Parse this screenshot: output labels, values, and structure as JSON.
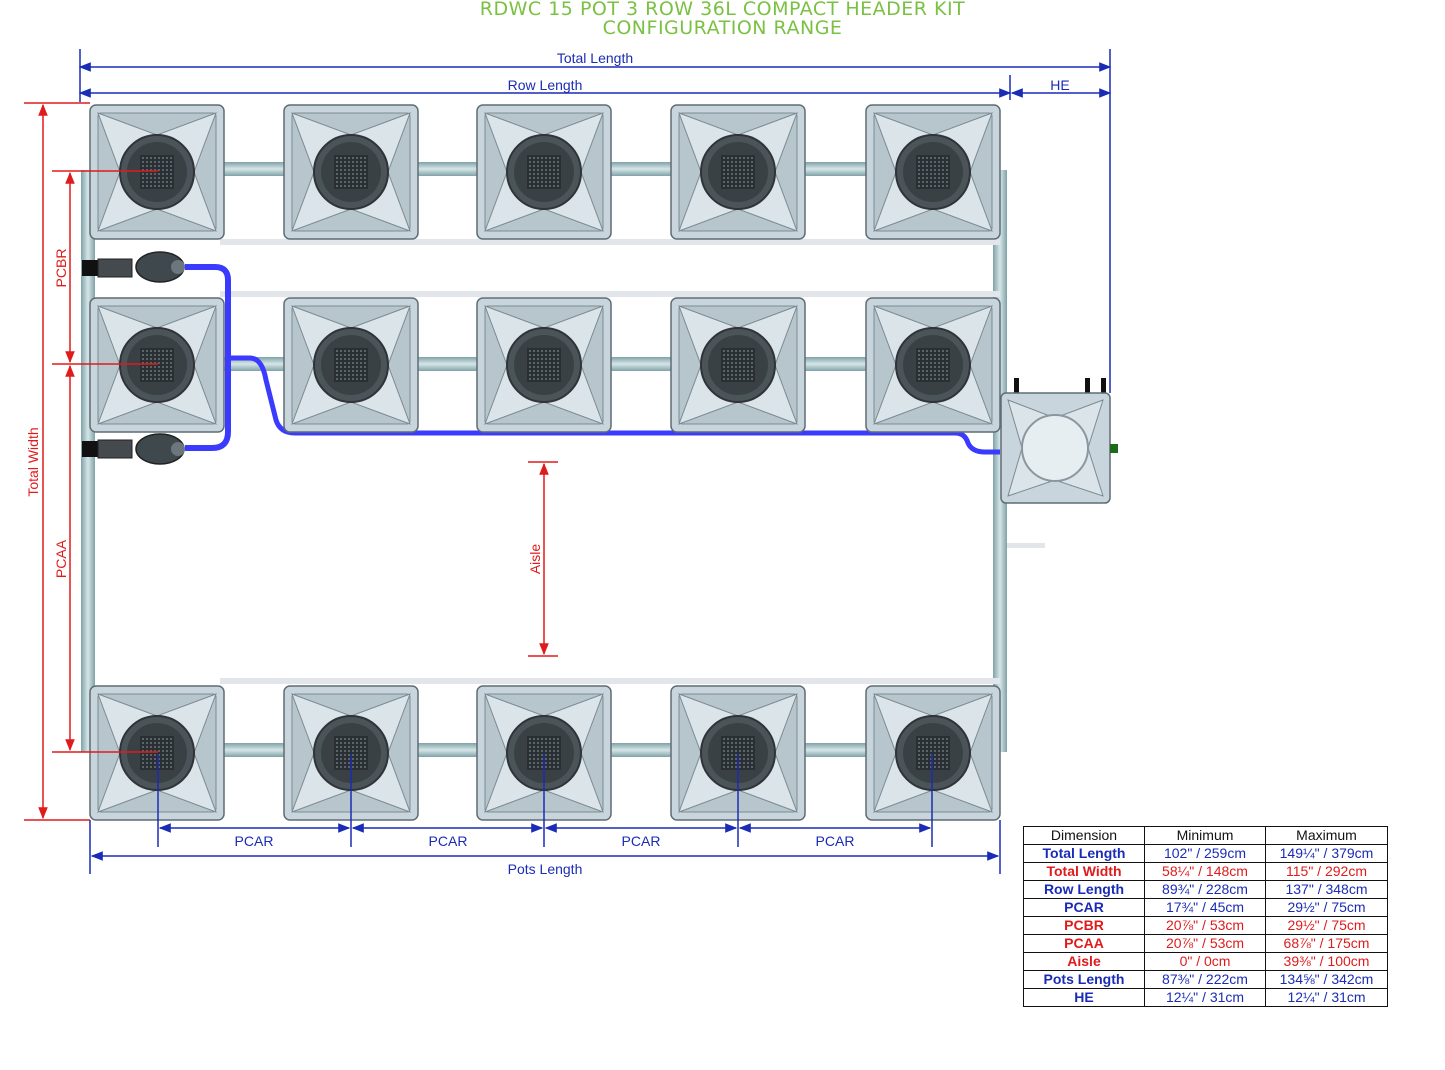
{
  "title": {
    "line1": "RDWC 15 POT 3 ROW 36L COMPACT HEADER KIT",
    "line2": "CONFIGURATION RANGE"
  },
  "colors": {
    "title": "#7ac143",
    "blue_dimension": "#1a2cb5",
    "red_dimension": "#e01b1b",
    "hose": "#3b3bff",
    "pot_body": "#c9d5dc",
    "pipe": "#a9c4c8"
  },
  "dimension_labels": {
    "total_length": "Total Length",
    "row_length": "Row Length",
    "he": "HE",
    "pcbr": "PCBR",
    "total_width": "Total Width",
    "pcaa": "PCAA",
    "aisle": "Aisle",
    "pcar": "PCAR",
    "pots_length": "Pots Length"
  },
  "table": {
    "headers": [
      "Dimension",
      "Minimum",
      "Maximum"
    ],
    "rows": [
      {
        "name": "Total Length",
        "min": "102\" / 259cm",
        "max": "149¼\" / 379cm",
        "color": "blue"
      },
      {
        "name": "Total Width",
        "min": "58¼\" / 148cm",
        "max": "115\" / 292cm",
        "color": "red"
      },
      {
        "name": "Row Length",
        "min": "89¾\" / 228cm",
        "max": "137\" / 348cm",
        "color": "blue"
      },
      {
        "name": "PCAR",
        "min": "17¾\" / 45cm",
        "max": "29½\" / 75cm",
        "color": "blue"
      },
      {
        "name": "PCBR",
        "min": "20⅞\" / 53cm",
        "max": "29½\" / 75cm",
        "color": "red"
      },
      {
        "name": "PCAA",
        "min": "20⅞\" / 53cm",
        "max": "68⅞\" / 175cm",
        "color": "red"
      },
      {
        "name": "Aisle",
        "min": "0\" / 0cm",
        "max": "39⅜\" / 100cm",
        "color": "red"
      },
      {
        "name": "Pots Length",
        "min": "87⅜\" / 222cm",
        "max": "134⅝\" / 342cm",
        "color": "blue"
      },
      {
        "name": "HE",
        "min": "12¼\" / 31cm",
        "max": "12¼\" / 31cm",
        "color": "blue"
      }
    ]
  }
}
